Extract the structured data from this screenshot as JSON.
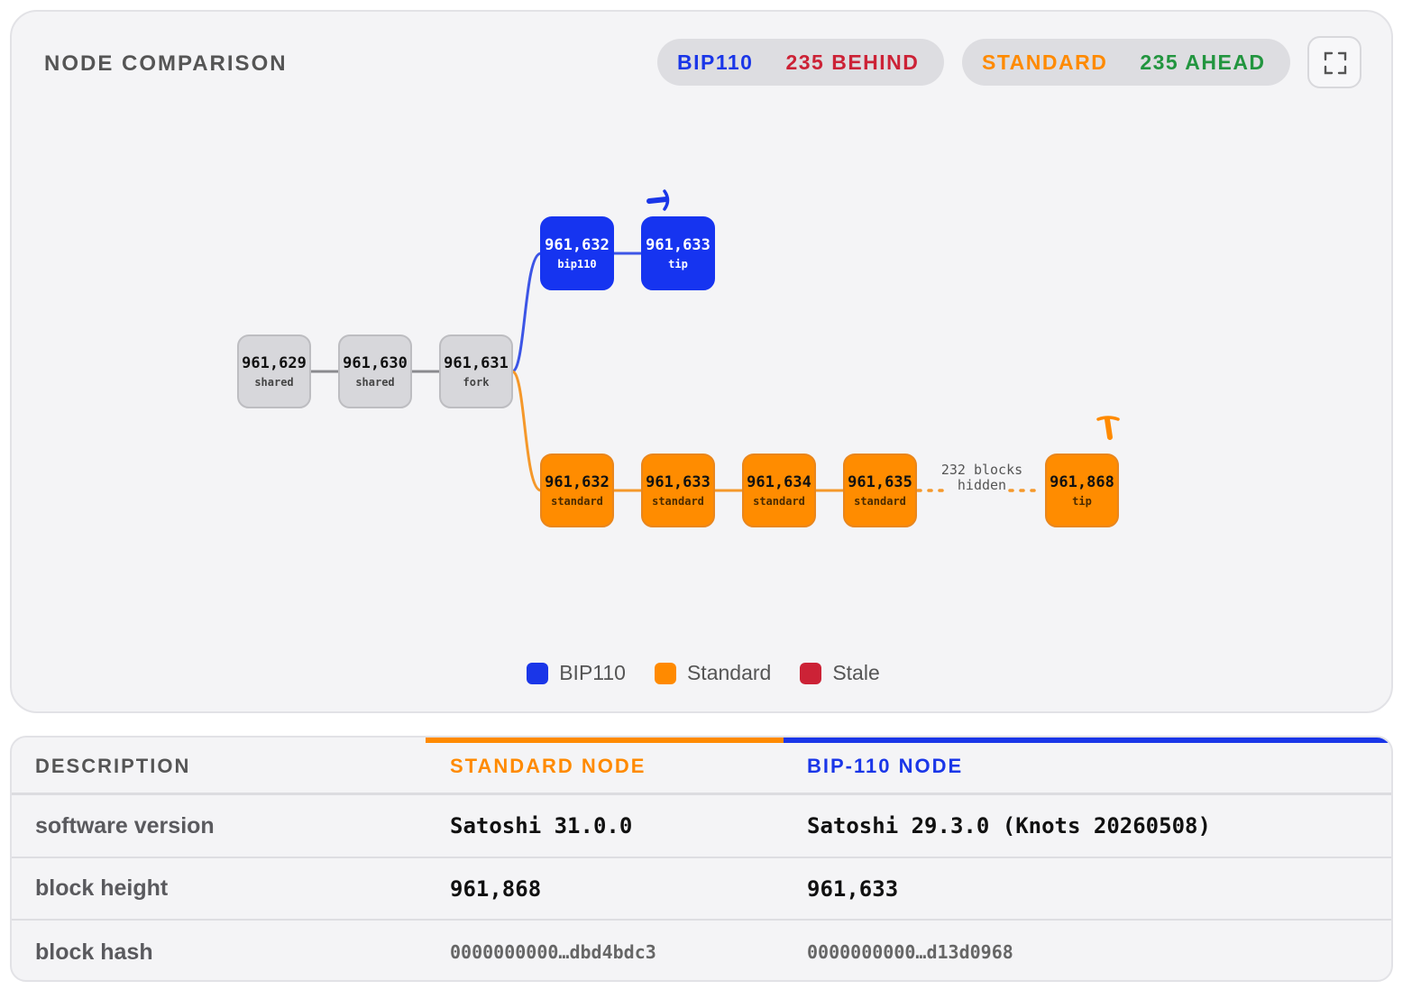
{
  "header": {
    "title": "NODE COMPARISON",
    "bip_badge": {
      "label": "BIP110",
      "status": "235 BEHIND"
    },
    "std_badge": {
      "label": "STANDARD",
      "status": "235 AHEAD"
    },
    "expand_icon": "expand-icon"
  },
  "graph": {
    "shared_blocks": [
      {
        "height": "961,629",
        "tag": "shared"
      },
      {
        "height": "961,630",
        "tag": "shared"
      },
      {
        "height": "961,631",
        "tag": "fork"
      }
    ],
    "bip_blocks": [
      {
        "height": "961,632",
        "tag": "bip110"
      },
      {
        "height": "961,633",
        "tag": "tip"
      }
    ],
    "std_blocks": [
      {
        "height": "961,632",
        "tag": "standard"
      },
      {
        "height": "961,633",
        "tag": "standard"
      },
      {
        "height": "961,634",
        "tag": "standard"
      },
      {
        "height": "961,635",
        "tag": "standard"
      },
      {
        "height": "961,868",
        "tag": "tip"
      }
    ],
    "hidden_label_line1": "232 blocks",
    "hidden_label_line2": "hidden",
    "miner_icon": "pickaxe-icon"
  },
  "legend": [
    {
      "label": "BIP110",
      "color": "#1a36e8"
    },
    {
      "label": "Standard",
      "color": "#ff8a00"
    },
    {
      "label": "Stale",
      "color": "#cc2236"
    }
  ],
  "table": {
    "headers": [
      "DESCRIPTION",
      "STANDARD NODE",
      "BIP-110 NODE"
    ],
    "rows": [
      {
        "label": "software version",
        "standard": "Satoshi 31.0.0",
        "bip": "Satoshi 29.3.0 (Knots 20260508)"
      },
      {
        "label": "block height",
        "standard": "961,868",
        "bip": "961,633"
      },
      {
        "label": "block hash",
        "standard": "0000000000…dbd4bdc3",
        "bip": "0000000000…d13d0968"
      }
    ]
  },
  "colors": {
    "bip": "#1a36e8",
    "standard": "#ff8a00",
    "stale": "#cc2236",
    "ahead": "#22953f"
  }
}
